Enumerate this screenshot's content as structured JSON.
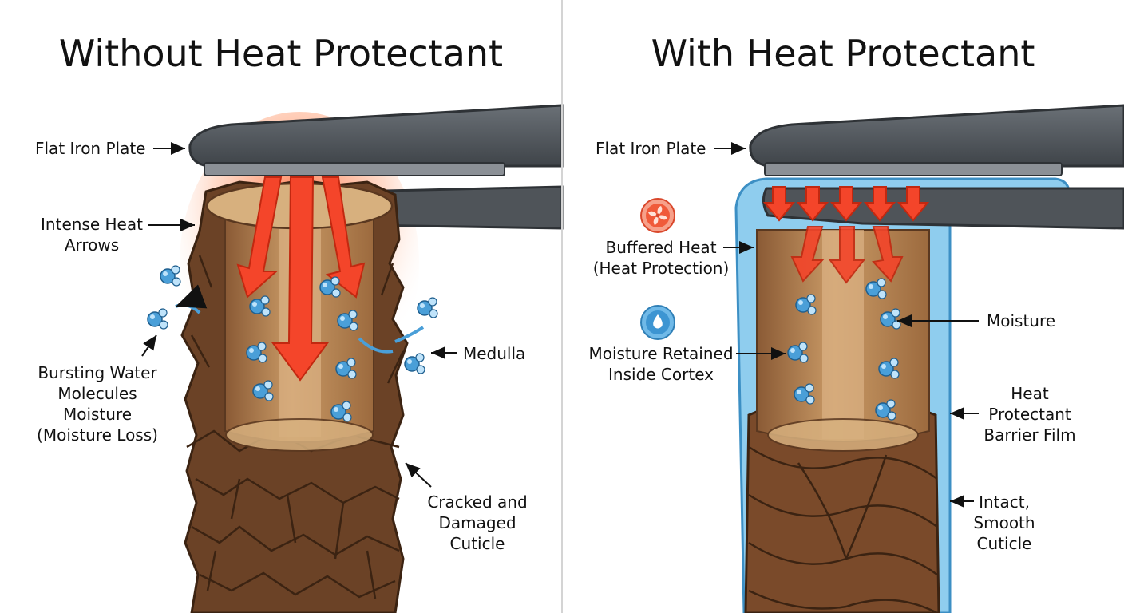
{
  "panels": {
    "left": {
      "title": "Without Heat Protectant",
      "labels": {
        "flat_iron": "Flat Iron Plate",
        "heat_arrows": "Intense Heat\nArrows",
        "bursting_water": "Bursting Water\nMolecules\nMoisture\n(Moisture Loss)",
        "medulla": "Medulla",
        "cracked_cuticle": "Cracked and\nDamaged\nCuticle"
      }
    },
    "right": {
      "title": "With Heat Protectant",
      "labels": {
        "flat_iron": "Flat Iron Plate",
        "buffered_heat": "Buffered Heat\n(Heat Protection)",
        "moisture_retained": "Moisture Retained\nInside Cortex",
        "moisture": "Moisture",
        "barrier_film": "Heat\nProtectant\nBarrier Film",
        "intact_cuticle": "Intact,\nSmooth\nCuticle"
      }
    }
  },
  "icons": {
    "buffered_heat": "fan-icon",
    "moisture_retained": "water-drop-icon"
  },
  "colors": {
    "iron": "#555b61",
    "iron_edge": "#2e3236",
    "hair_dark": "#6b4226",
    "hair_mid": "#8a5a35",
    "hair_light": "#c99a66",
    "heat": "#f4452a",
    "water": "#4a9fd8",
    "barrier": "#8fcdee"
  }
}
